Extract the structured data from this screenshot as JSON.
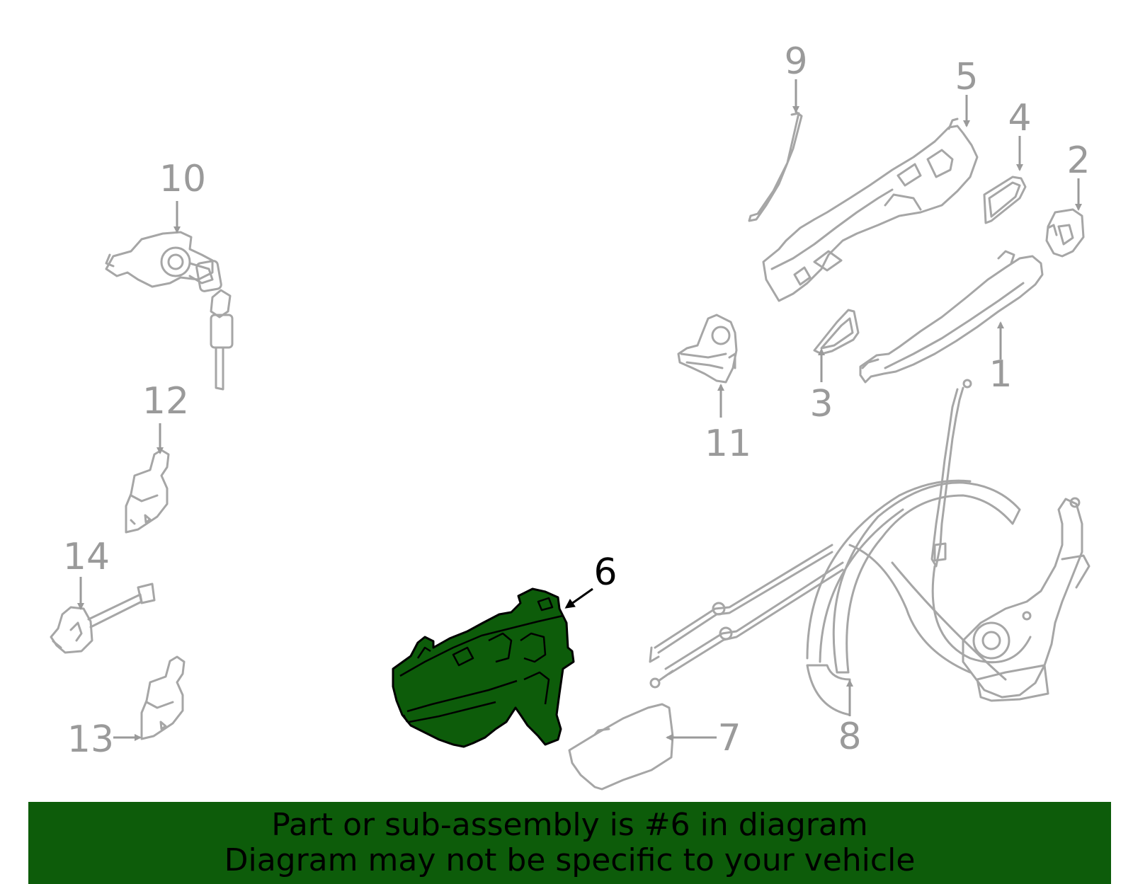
{
  "highlight_color": "#0d5c0a",
  "line_color": "#a6a6a6",
  "callouts": [
    {
      "id": "1",
      "label": "1"
    },
    {
      "id": "2",
      "label": "2"
    },
    {
      "id": "3",
      "label": "3"
    },
    {
      "id": "4",
      "label": "4"
    },
    {
      "id": "5",
      "label": "5"
    },
    {
      "id": "6",
      "label": "6",
      "highlighted": true
    },
    {
      "id": "7",
      "label": "7"
    },
    {
      "id": "8",
      "label": "8"
    },
    {
      "id": "9",
      "label": "9"
    },
    {
      "id": "10",
      "label": "10"
    },
    {
      "id": "11",
      "label": "11"
    },
    {
      "id": "12",
      "label": "12"
    },
    {
      "id": "13",
      "label": "13"
    },
    {
      "id": "14",
      "label": "14"
    }
  ],
  "banner": {
    "line1": "Part or sub-assembly is #6 in diagram",
    "line2": "Diagram may not be specific to your vehicle"
  }
}
